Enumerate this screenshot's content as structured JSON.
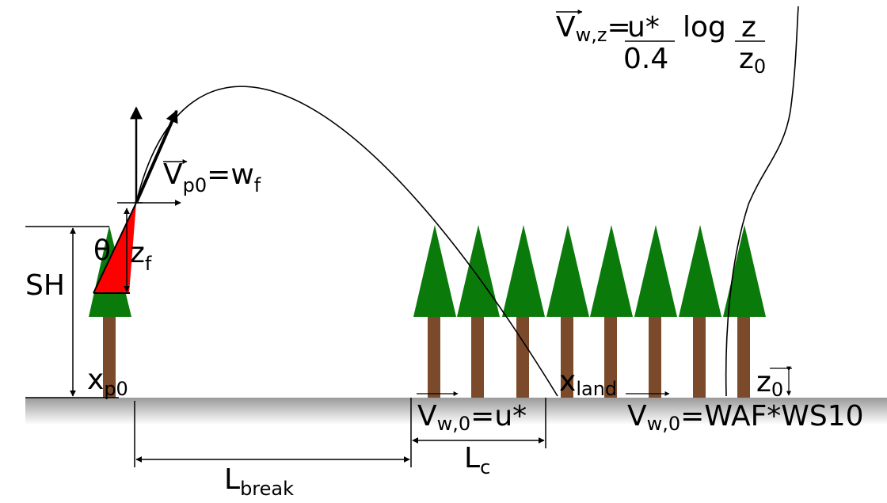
{
  "labels": {
    "sh": "SH",
    "theta": "θ",
    "zf_main": "z",
    "zf_sub": "f",
    "xp0_main": "x",
    "xp0_sub": "p0",
    "vp0_main": "V",
    "vp0_sub": "p0",
    "vp0_rhs_main": "=w",
    "vp0_rhs_sub": "f",
    "lbreak_main": "L",
    "lbreak_sub": "break",
    "lc_main": "L",
    "lc_sub": "c",
    "vw0_main": "V",
    "vw0_sub": "w,0",
    "vw0_rhs": "=u*",
    "xland_main": "x",
    "xland_sub": "land",
    "z0_main": "z",
    "z0_sub": "0",
    "vw0waf_main": "V",
    "vw0waf_sub": "w,0",
    "vw0waf_rhs": "=WAF*WS10",
    "vwz_main": "V",
    "vwz_sub": "w,z",
    "vwz_eq": "=",
    "vwz_num": "u*",
    "vwz_den": "0.4",
    "vwz_log": "log",
    "vwz_frac_num": "z",
    "vwz_frac_den_main": "z",
    "vwz_frac_den_sub": "0"
  },
  "colors": {
    "foliage": "#0a7a0a",
    "trunk": "#7b4a2b",
    "flame": "#ff0000",
    "ground_top": "#9a9a9a",
    "ground_bottom": "#ffffff",
    "line": "#000000"
  }
}
